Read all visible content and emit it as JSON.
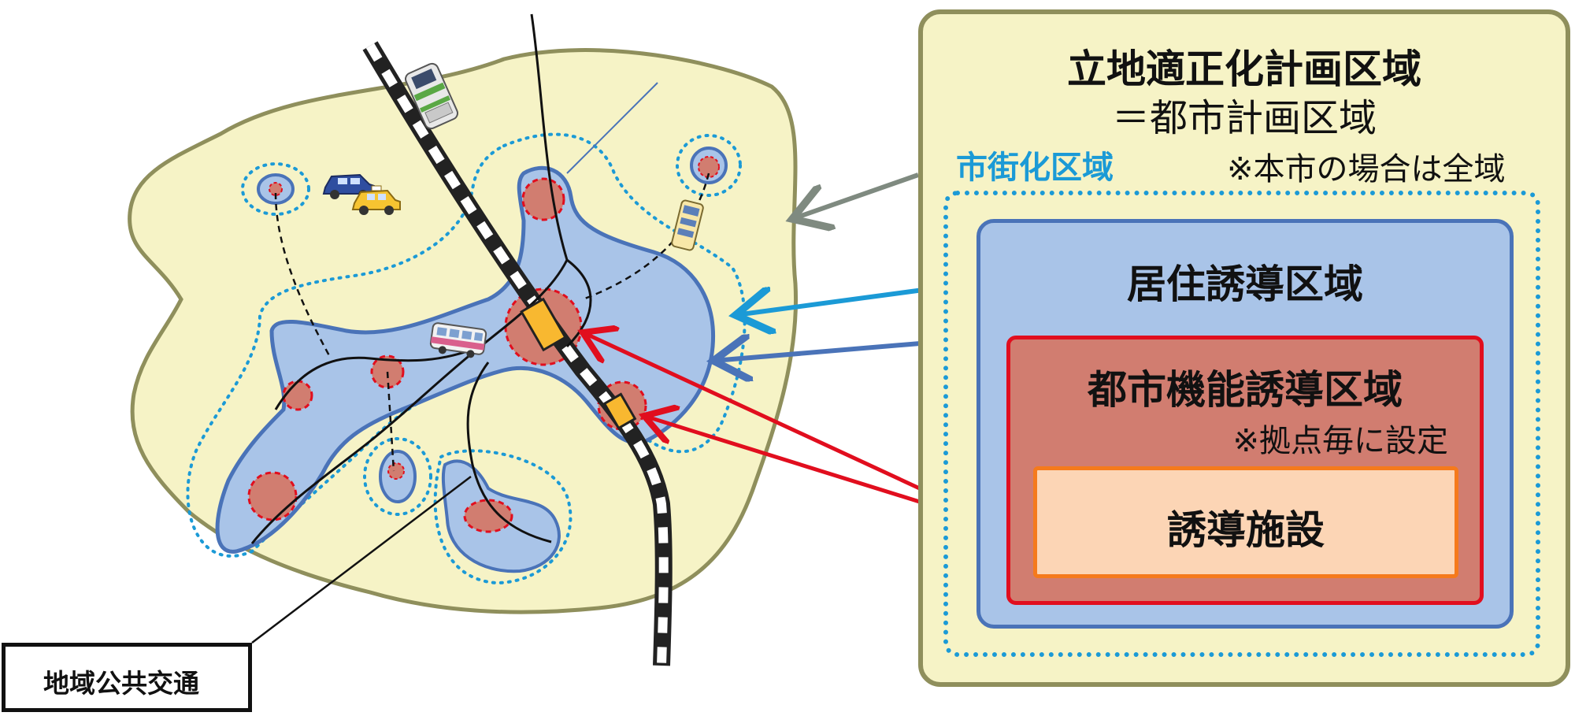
{
  "legend": {
    "plan_area_title": "立地適正化計画区域",
    "plan_area_subtitle": "＝都市計画区域",
    "urbanization_label": "市街化区域",
    "whole_city_note": "※本市の場合は全域",
    "residential_label": "居住誘導区域",
    "urban_function_label": "都市機能誘導区域",
    "per_hub_note": "※拠点毎に設定",
    "facility_label": "誘導施設"
  },
  "map": {
    "transit_label": "地域公共交通"
  },
  "colors": {
    "planning_area_fill": "#f6f3c6",
    "planning_area_border": "#8f8f5c",
    "urbanization_dots": "#1b9ad6",
    "residential_fill": "#a9c4e8",
    "residential_border": "#4a73b8",
    "hub_fill": "#d17d70",
    "hub_border": "#e10e1e",
    "facility_fill": "#fcd5b5",
    "facility_border": "#f57a1c",
    "station": "#f8b830",
    "arrow_gray": "#7f8a80",
    "arrow_cyan": "#1b9ad6",
    "arrow_blue": "#4a73b8",
    "arrow_red": "#e10e1e"
  },
  "icons": [
    "train-icon",
    "car-icon",
    "taxi-icon",
    "bus-icon",
    "station-icon"
  ]
}
